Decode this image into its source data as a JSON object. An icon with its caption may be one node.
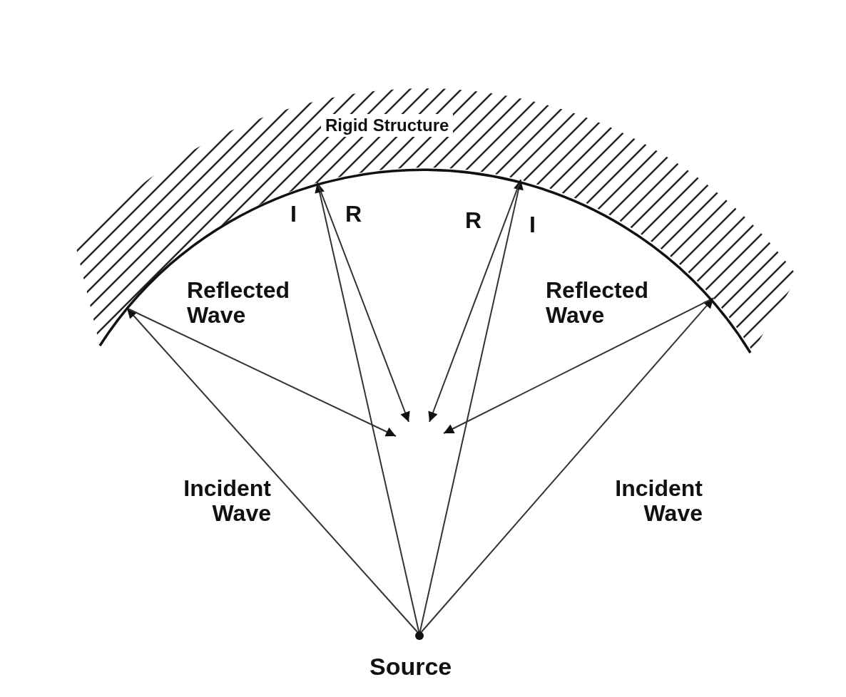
{
  "diagram": {
    "nodes": [
      {
        "text": [
          "Rigid Structure"
        ]
      },
      {
        "text": [
          "Source"
        ]
      }
    ],
    "edges": [
      {
        "from": 1,
        "to": 0,
        "arrow": "to"
      },
      {
        "from": 1,
        "to": 0,
        "arrow": "to"
      },
      {
        "from": 1,
        "to": 0,
        "arrow": "to"
      },
      {
        "from": 1,
        "to": 0,
        "arrow": "to"
      },
      {
        "from": 0,
        "to": null,
        "arrow": "to"
      },
      {
        "from": 0,
        "to": null,
        "arrow": "to"
      },
      {
        "from": 0,
        "to": null,
        "arrow": "to"
      },
      {
        "from": 0,
        "to": null,
        "arrow": "to"
      }
    ],
    "labels": [
      "I",
      "R",
      "R",
      "I",
      "Reflected Wave",
      "Reflected Wave",
      "Incident Wave",
      "Incident Wave"
    ]
  }
}
